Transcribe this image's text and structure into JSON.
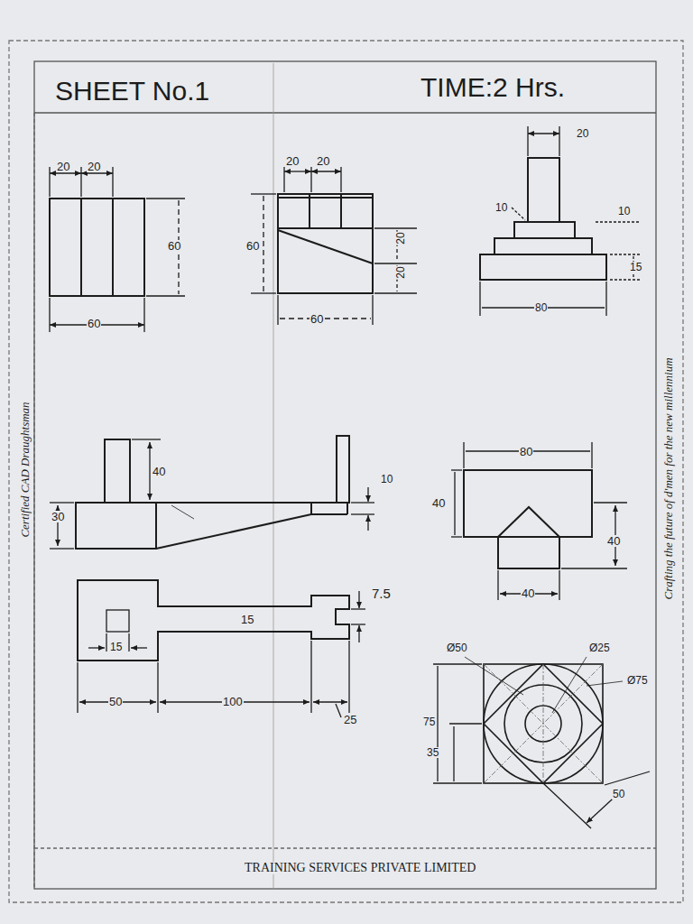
{
  "diagram": {
    "title": "SHEET No.1",
    "labels": [
      "TIME:2 Hrs.",
      "20",
      "20",
      "60",
      "60",
      "20",
      "20",
      "60",
      "60",
      "20",
      "20",
      "20",
      "10",
      "10",
      "15",
      "80",
      "40",
      "30",
      "10",
      "15",
      "7.5",
      "15",
      "50",
      "100",
      "25",
      "80",
      "40",
      "40",
      "40",
      "Ø50",
      "Ø25",
      "Ø75",
      "75",
      "35",
      "50",
      "Certified CAD Draughtsman",
      "Crafting the future of d'men for the new millennium",
      "TRAINING SERVICES PRIVATE LIMITED"
    ]
  }
}
